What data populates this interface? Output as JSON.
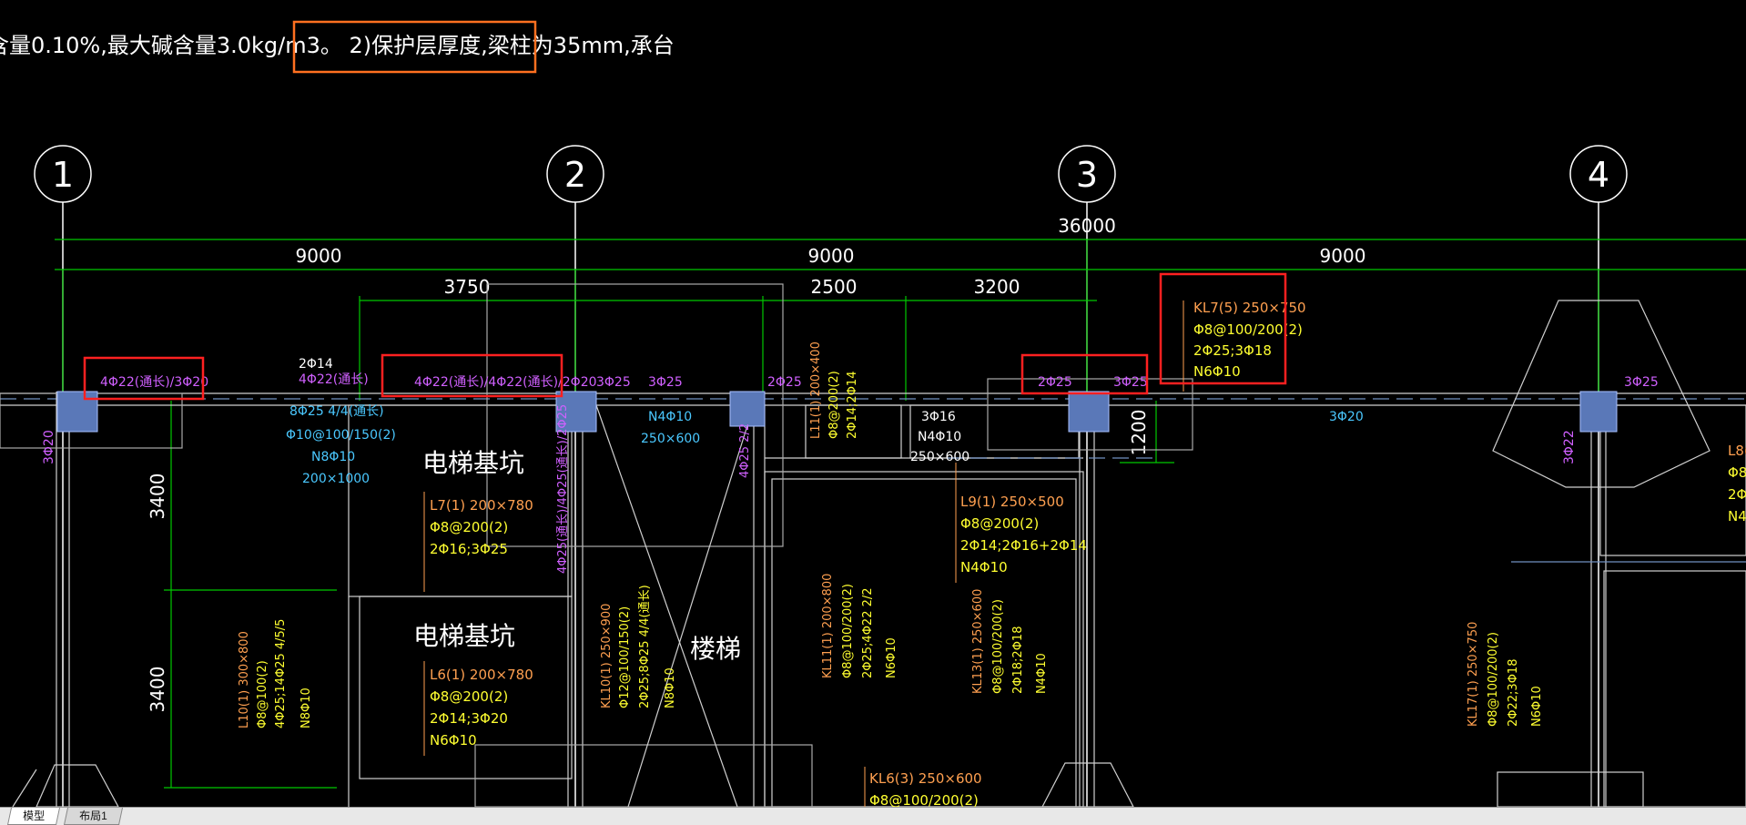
{
  "header_note": {
    "text": "含量0.10%,最大碱含量3.0kg/m3。 2)保护层厚度,梁柱为35mm,承台"
  },
  "axes": [
    {
      "label": "1"
    },
    {
      "label": "2"
    },
    {
      "label": "3"
    },
    {
      "label": "4"
    }
  ],
  "dimensions": {
    "total": "36000",
    "spans": [
      "9000",
      "9000",
      "9000"
    ],
    "sub_spans": [
      "3750",
      "2500",
      "3200"
    ],
    "vertical": [
      "3400",
      "3400"
    ],
    "offset": "1200"
  },
  "rebar_labels": {
    "beam_top_1": "4Φ22(通长)/3Φ20",
    "beam_top_2a": "2Φ14",
    "beam_top_2b": "4Φ22(通长)",
    "beam_top_3": "4Φ22(通长)/4Φ22(通长)/2Φ20",
    "beam_top_4a": "3Φ25",
    "beam_top_4b": "3Φ25",
    "beam_top_5": "2Φ25",
    "beam_top_6a": "2Φ25",
    "beam_top_6b": "3Φ25",
    "beam_top_7": "3Φ25",
    "beam_bot_1": "3Φ20"
  },
  "annotations": {
    "kl_a_1": "8Φ25 4/4(通长)",
    "kl_a_2": "Φ10@100/150(2)",
    "kl_a_3": "N8Φ10",
    "kl_a_4": "200×1000",
    "mid_1": "N4Φ10",
    "mid_2": "250×600",
    "mid_3": "3Φ16",
    "mid_4": "N4Φ10",
    "mid_5": "250×600",
    "left_col": "3Φ20",
    "right_col": "3Φ22"
  },
  "kl7": {
    "l1": "KL7(5) 250×750",
    "l2": "Φ8@100/200(2)",
    "l3": "2Φ25;3Φ18",
    "l4": "N6Φ10"
  },
  "l7": {
    "l1": "L7(1) 200×780",
    "l2": "Φ8@200(2)",
    "l3": "2Φ16;3Φ25"
  },
  "l6": {
    "l1": "L6(1) 200×780",
    "l2": "Φ8@200(2)",
    "l3": "2Φ14;3Φ20",
    "l4": "N6Φ10"
  },
  "l9": {
    "l1": "L9(1) 250×500",
    "l2": "Φ8@200(2)",
    "l3": "2Φ14;2Φ16+2Φ14",
    "l4": "N4Φ10"
  },
  "kl6": {
    "l1": "KL6(3) 250×600",
    "l2": "Φ8@100/200(2)"
  },
  "rooms": {
    "pit1": "电梯基坑",
    "pit2": "电梯基坑",
    "stairs": "楼梯"
  },
  "vertical_labels": {
    "l10": "L10(1) 300×800",
    "l10b": "Φ8@100(2)",
    "l10c": "4Φ25;14Φ25 4/5/5",
    "l10d": "N8Φ10",
    "kl10": "KL10(1) 250×900",
    "kl10b": "Φ12@100/150(2)",
    "kl10c": "2Φ25;8Φ25 4/4(通长)",
    "kl10d": "N8Φ10",
    "kl11": "KL11(1) 200×800",
    "kl11b": "Φ8@100/200(2)",
    "kl11c": "2Φ25;4Φ22 2/2",
    "kl11d": "N6Φ10",
    "kl13": "KL13(1) 250×600",
    "kl13b": "Φ8@100/200(2)",
    "kl13c": "2Φ18;2Φ18",
    "kl13d": "N4Φ10",
    "kl17": "KL17(1) 250×750",
    "kl17b": "Φ8@100/200(2)",
    "kl17c": "2Φ22;3Φ18",
    "kl17d": "N6Φ10",
    "l11": "L11(1) 200×400",
    "l11b": "Φ8@200(2)",
    "l11c": "2Φ14;2Φ14",
    "col2": "4Φ25(通长)/4Φ25(通长)/2Φ25",
    "col_stair": "4Φ25 2/2",
    "l8": "L8(",
    "l8b": "Φ8",
    "l8c": "2Φ",
    "l8d": "N4"
  },
  "tabs": [
    {
      "label": "模型",
      "active": true
    },
    {
      "label": "布局1",
      "active": false
    }
  ],
  "colors": {
    "background": "#000000",
    "axis_line": "#ffffff",
    "dimension": "#00c800",
    "beam_outline": "#d0d0d0",
    "column_fill": "#5a78b8",
    "rebar_magenta": "#d060ff",
    "annotation_yellow": "#ffff30",
    "annotation_orange": "#ffa050",
    "annotation_cyan": "#4ac8ff",
    "highlight_red": "#ff2020",
    "highlight_orange": "#ff7020"
  }
}
